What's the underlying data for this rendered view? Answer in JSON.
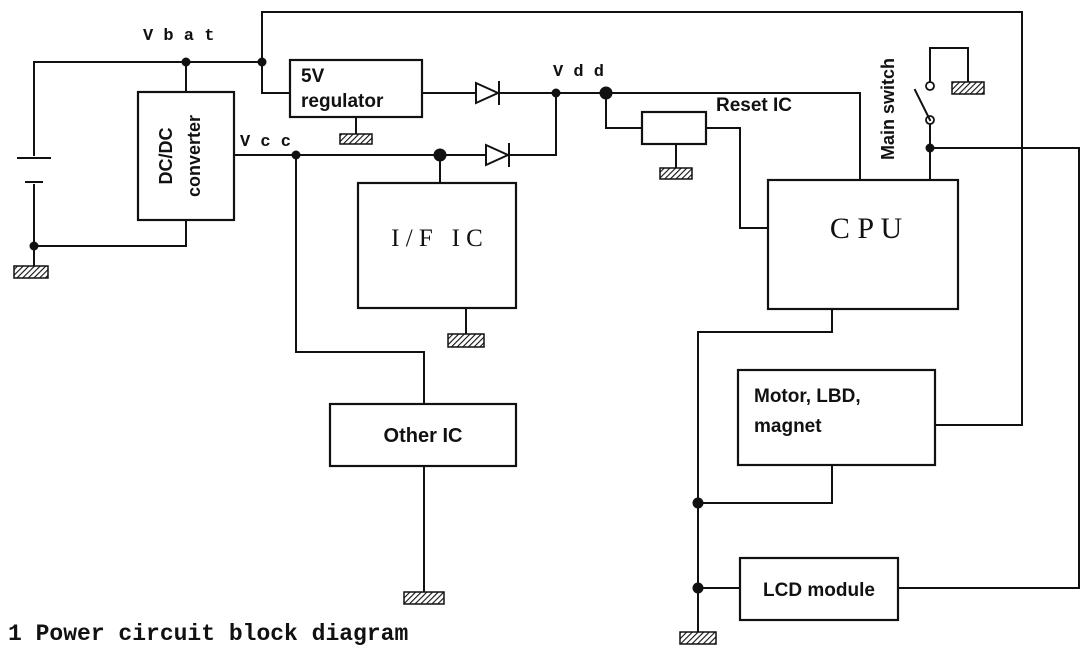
{
  "labels": {
    "vbat": "V b a t",
    "vcc": "V c c",
    "vdd": "V d d",
    "reset_ic": "Reset IC",
    "main_switch": "Main switch",
    "dcdc_line1": "DC/DC",
    "dcdc_line2": "converter",
    "regulator_line1": "5V",
    "regulator_line2": "regulator",
    "if_ic": "I / F   I C",
    "cpu": "C P U",
    "other_ic": "Other IC",
    "motor_line1": "Motor, LBD,",
    "motor_line2": "magnet",
    "lcd": "LCD module"
  },
  "caption": "1 Power circuit block diagram"
}
